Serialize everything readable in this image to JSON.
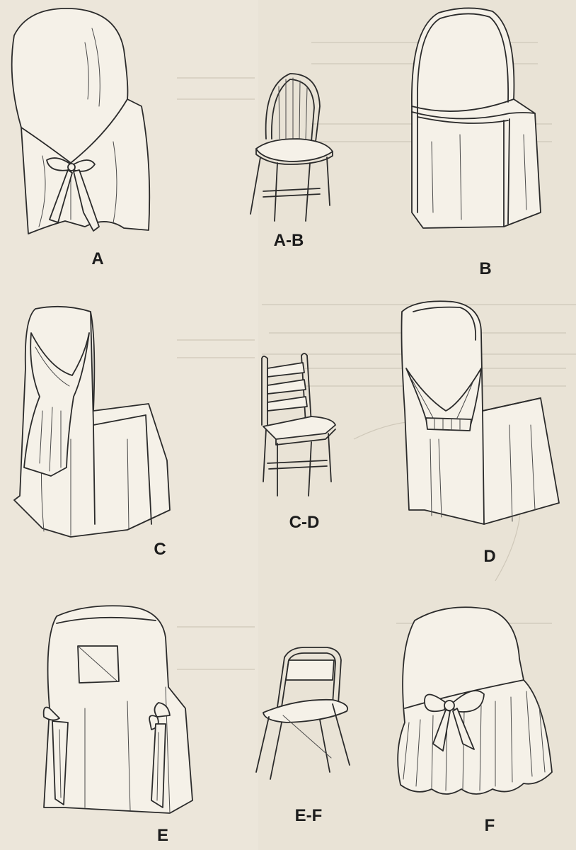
{
  "labels": {
    "a": "A",
    "ab": "A-B",
    "b": "B",
    "c": "C",
    "cd": "C-D",
    "d": "D",
    "e": "E",
    "ef": "E-F",
    "f": "F"
  },
  "ink_color": "#2b2b2b",
  "paper_color": "#ece6da"
}
